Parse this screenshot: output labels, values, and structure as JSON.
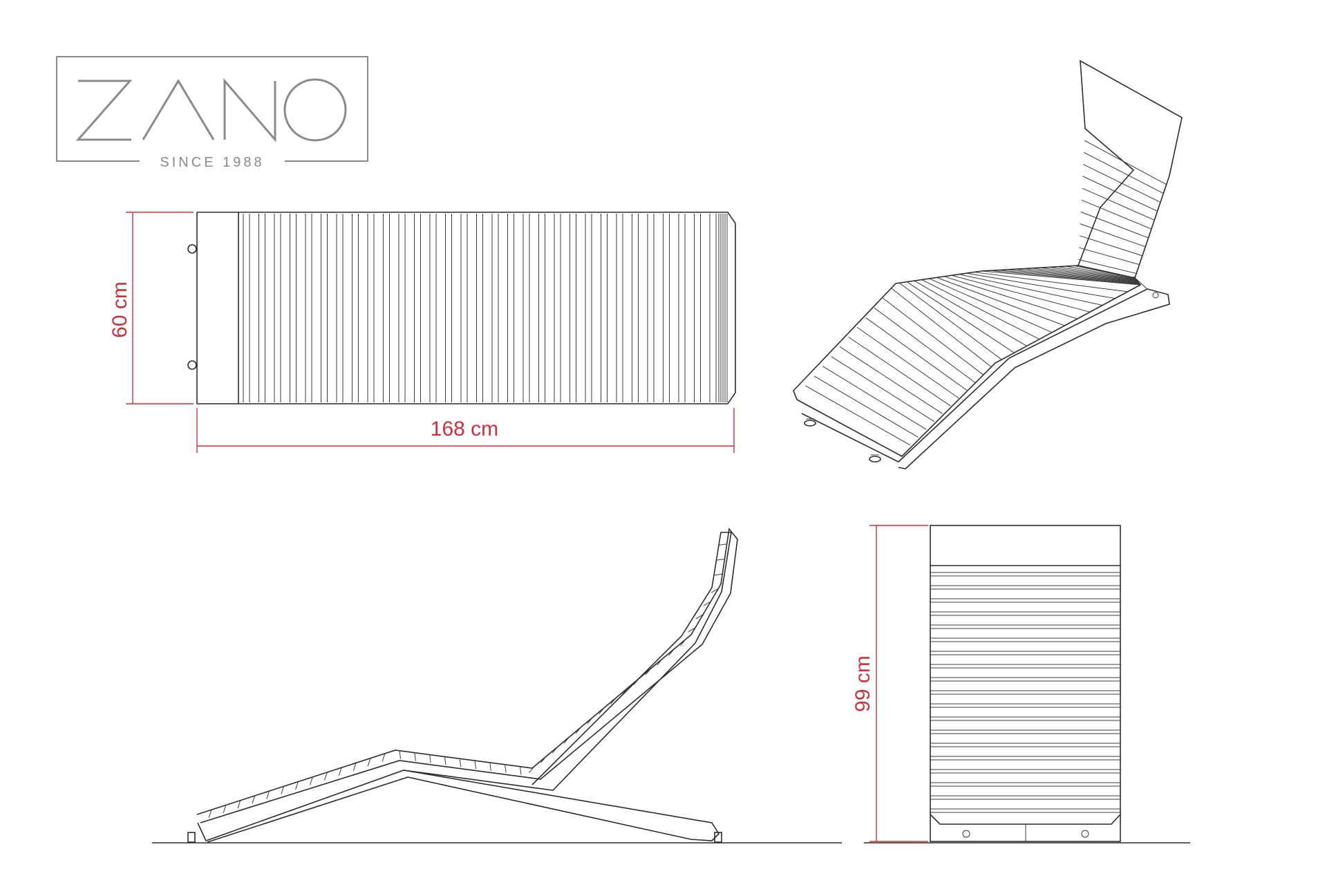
{
  "logo": {
    "brand": "ZANO",
    "since": "SINCE 1988"
  },
  "dimensions": {
    "depth": "60 cm",
    "length": "168 cm",
    "height": "99 cm"
  },
  "colors": {
    "dimension": "#c8323a",
    "drawing": "#2b2b2b",
    "logo": "#8a8a8a"
  }
}
